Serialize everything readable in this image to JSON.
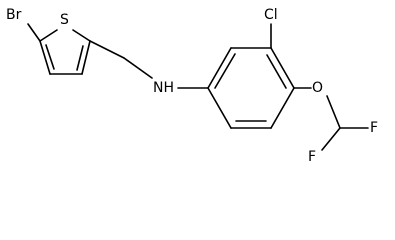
{
  "structure": {
    "atoms": {
      "br": "Br",
      "s": "S",
      "nh": "NH",
      "cl": "Cl",
      "o": "O",
      "f1": "F",
      "f2": "F"
    }
  }
}
